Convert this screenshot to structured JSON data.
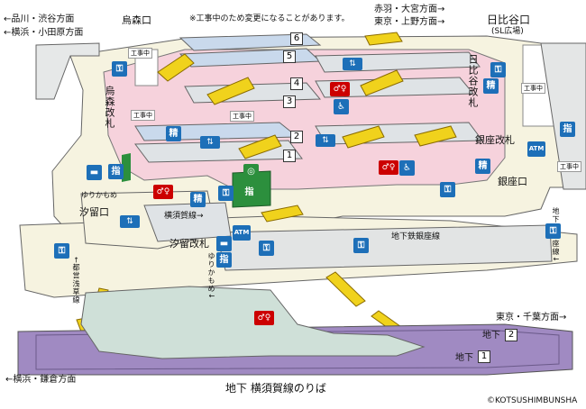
{
  "notice": "※工事中のため変更になることがあります。",
  "directions": {
    "shinagawa": "←品川・渋谷方面",
    "yokohama_odawara": "←横浜・小田原方面",
    "akabane": "赤羽・大宮方面→",
    "tokyo_ueno": "東京・上野方面→",
    "yokohama_kamakura": "←横浜・鎌倉方面",
    "tokyo_chiba": "東京・千葉方面→"
  },
  "exits": {
    "karasumori": "烏森口",
    "hibiya": "日比谷口",
    "hibiya_sub": "(SL広場)",
    "ginza": "銀座口",
    "shiodome": "汐留口"
  },
  "gates": {
    "karasumori": "烏森改札",
    "hibiya": "日比谷改札",
    "ginza": "銀座改札",
    "shiodome": "汐留改札"
  },
  "lines": {
    "yokosuka_gate": "横須賀線→",
    "yurikamome_left": "ゆりかもめ",
    "yurikamome_lower": "ゆりかもめ↓",
    "asakusa_line": "←都営浅草線",
    "ginza_line": "地下鉄銀座線",
    "ginza_line_vertical": "地下鉄銀座線↓"
  },
  "platforms": {
    "numbers": [
      "6",
      "5",
      "4",
      "3",
      "2",
      "1"
    ],
    "underground_label": "地下",
    "underground_2": "2",
    "underground_1": "1",
    "title": "地下 横須賀線のりば"
  },
  "icons": {
    "seisan": "精",
    "shitei": "指",
    "atm": "ATM",
    "koji": "工事中"
  },
  "copyright": "©KOTSUSHIMBUNSHA",
  "colors": {
    "concourse": "#f6f3e0",
    "paid_area": "#f6d2dc",
    "platform": "#c9d9ec",
    "escalator": "#f0d21c",
    "underground": "#a08ac2",
    "underground_floor": "#cfe0d8",
    "wall": "#cfd3d3",
    "icon_blue": "#1d6fb8"
  }
}
